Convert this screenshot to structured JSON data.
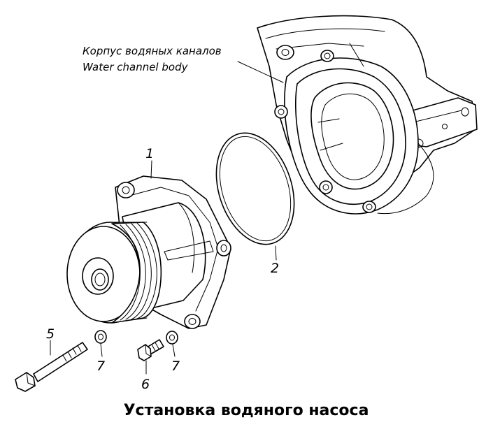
{
  "callout": {
    "line1": "Корпус водяных каналов",
    "line2": "Water channel body"
  },
  "labels": {
    "pump": "1",
    "ring": "2",
    "long_bolt": "5",
    "short_bolt": "6",
    "washer_left": "7",
    "washer_right": "7"
  },
  "title": "Установка водяного насоса"
}
